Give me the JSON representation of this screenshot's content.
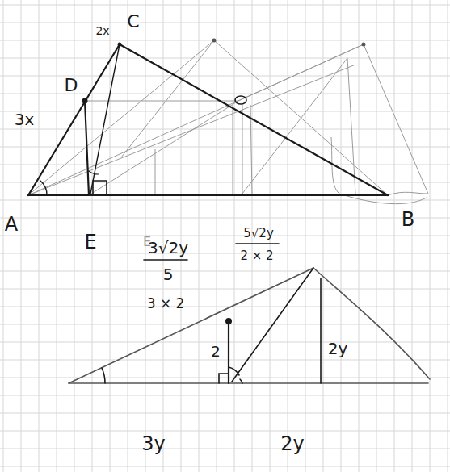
{
  "diagram": {
    "labels": [
      "C",
      "2x",
      "D",
      "3x",
      "A",
      "E",
      "B",
      "E",
      "3√2y",
      "5",
      "5√2y",
      "2 × 2",
      "3 × 2",
      "2",
      "2y",
      "3y",
      "2y"
    ]
  }
}
